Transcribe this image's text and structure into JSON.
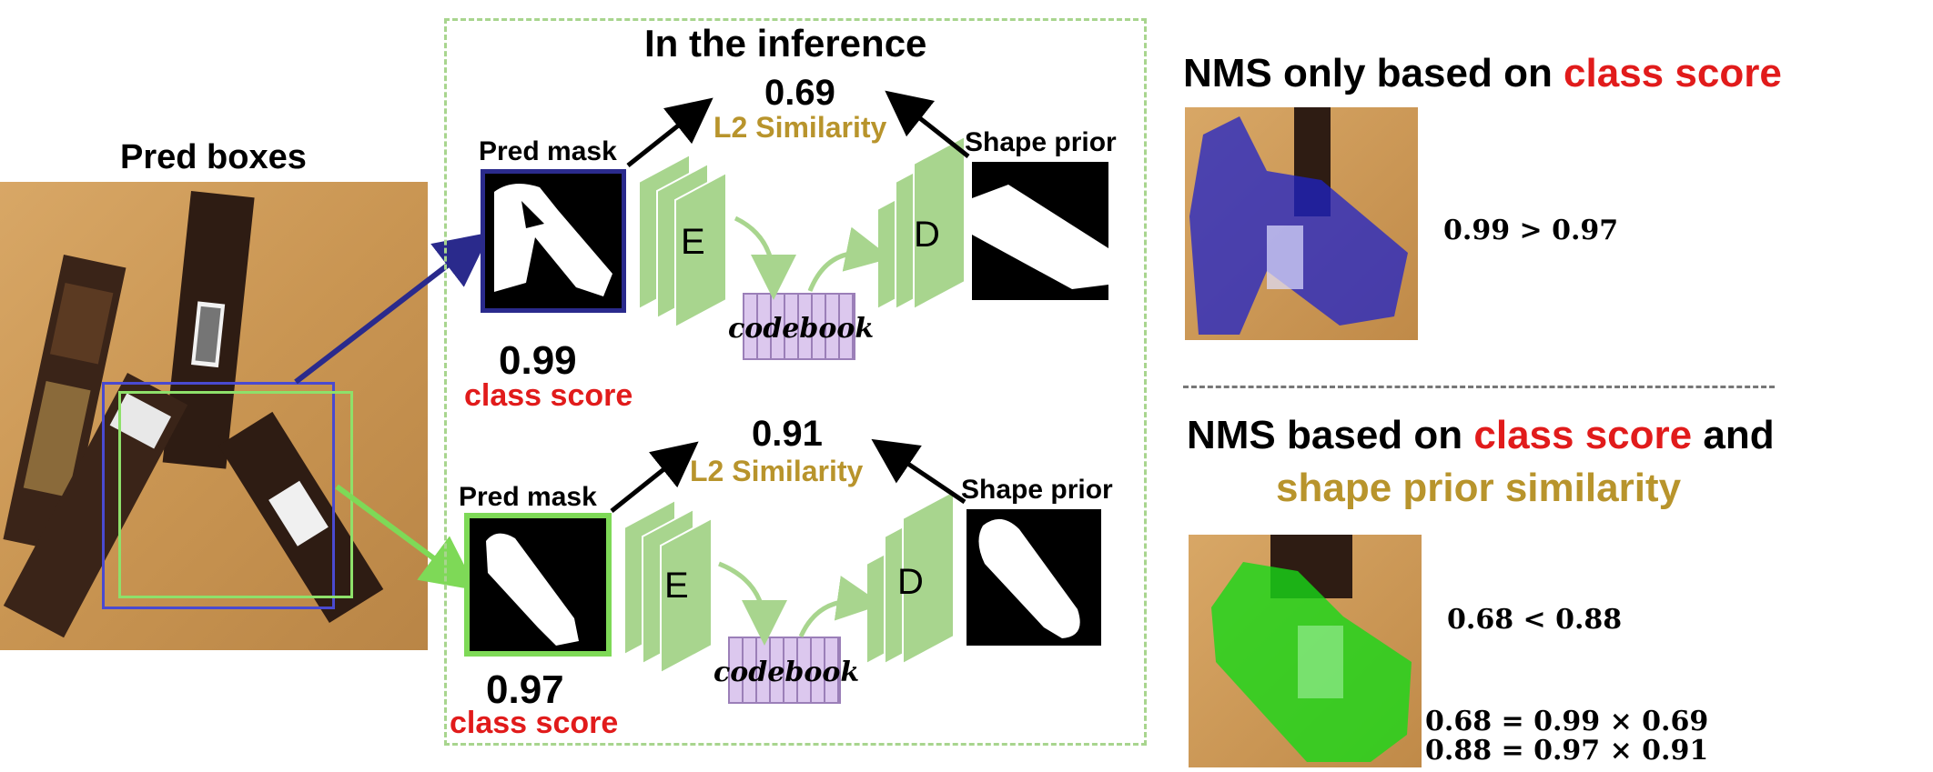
{
  "left": {
    "title": "Pred boxes"
  },
  "middle": {
    "title": "In the inference",
    "top": {
      "similarity_value": "0.69",
      "similarity_label": "L2 Similarity",
      "pred_mask_label": "Pred mask",
      "shape_prior_label": "Shape prior",
      "encoder_label": "E",
      "decoder_label": "D",
      "codebook_label": "codebook",
      "score_value": "0.99",
      "score_label": "class score"
    },
    "bottom": {
      "similarity_value": "0.91",
      "similarity_label": "L2 Similarity",
      "pred_mask_label": "Pred mask",
      "shape_prior_label": "Shape prior",
      "encoder_label": "E",
      "decoder_label": "D",
      "codebook_label": "codebook",
      "score_value": "0.97",
      "score_label": "class score"
    }
  },
  "right": {
    "top": {
      "title_prefix": "NMS only based on ",
      "title_highlight": "class score",
      "comparison": "0.99 > 0.97"
    },
    "bottom": {
      "title_prefix": "NMS based on ",
      "title_highlight": "class score",
      "title_suffix": " and",
      "title_line2": "shape prior similarity",
      "comparison": "0.68 < 0.88",
      "formula1": "0.68 = 0.99 × 0.69",
      "formula2": "0.88 = 0.97 × 0.91"
    }
  },
  "colors": {
    "blue_box": "#2a2a8c",
    "green_box": "#7ed957",
    "encoder_green": "#a8d58e",
    "codebook_purple": "#dcc8ee",
    "dashed_border": "#a8d58e",
    "red_text": "#e11b1b",
    "gold_text": "#b8942c"
  }
}
